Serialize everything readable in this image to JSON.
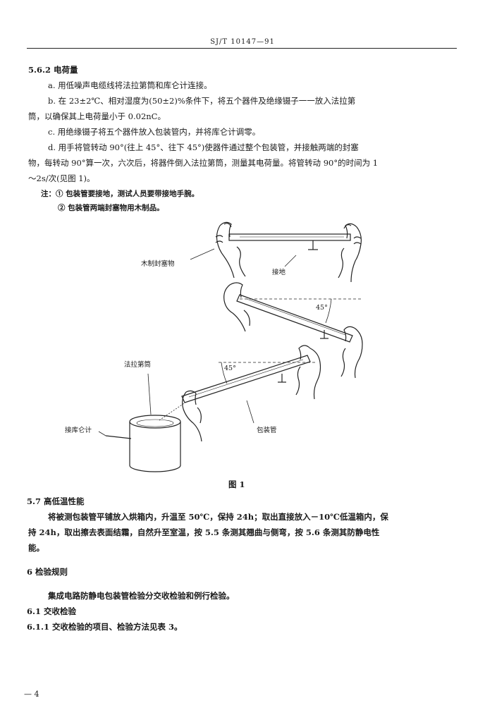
{
  "header": "SJ/T 10147—91",
  "s562": {
    "title": "5.6.2  电荷量",
    "a": "a.   用低噪声电缆线将法拉第筒和库仑计连接。",
    "b1": "b.   在 23±2℃、相对湿度为(50±2)%条件下，将五个器件及绝缘镊子一一放入法拉第",
    "b2": "筒，以确保其上电荷量小于 0.02nC。",
    "c": "c.   用绝缘镊子将五个器件放入包装管内，并将库仑计调零。",
    "d1": "d.   用手将管转动 90°(往上 45°、往下 45°)使器件通过整个包装管，并接触两端的封塞",
    "d2": "物，每转动 90°算一次，六次后，将器件倒入法拉第筒，测量其电荷量。将管转动 90°的时间为 1",
    "d3": "～2s/次(见图 1)。",
    "note1": "注：① 包装管要接地，测试人员要带接地手腕。",
    "note2": "② 包装管两端封塞物用木制品。"
  },
  "figure": {
    "label_wood_plug": "木制封塞物",
    "label_ground": "接地",
    "label_angle_upper": "45°",
    "label_angle_lower": "45°",
    "label_faraday": "法拉第筒",
    "label_coulomb": "接库仑计",
    "label_tube": "包装管",
    "caption": "图 1"
  },
  "s57": {
    "title": "5.7  高低温性能",
    "p1": "将被测包装管平铺放入烘箱内，升温至 50℃，保持 24h；取出直接放入－10℃低温箱内，保",
    "p2": "持 24h，取出擦去表面结霜，自然升至室温，按 5.5 条测其翘曲与侧弯，按 5.6 条测其防静电性",
    "p3": "能。"
  },
  "s6": {
    "title": "6  检验规则",
    "p1": "集成电路防静电包装管检验分交收检验和例行检验。",
    "s61": "6.1  交收检验",
    "s611": "6.1.1  交收检验的项目、检验方法见表 3。"
  },
  "footer": "— 4"
}
